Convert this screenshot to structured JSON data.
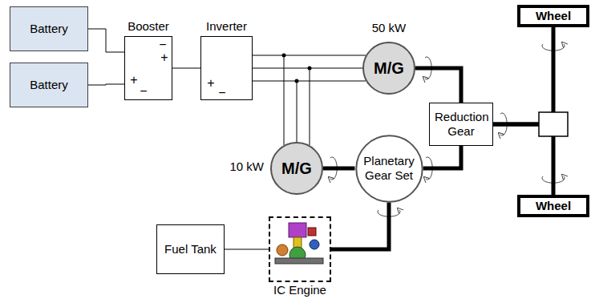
{
  "diagram": {
    "nodes": [
      {
        "text": [
          "Battery"
        ]
      },
      {
        "text": [
          "Battery"
        ]
      },
      {
        "text": [
          "Booster"
        ]
      },
      {
        "text": [
          "Inverter"
        ]
      },
      {
        "text": [
          "M/G",
          "50 kW"
        ]
      },
      {
        "text": [
          "Wheel"
        ]
      },
      {
        "text": [
          "Reduction Gear"
        ]
      },
      {
        "text": [
          "M/G",
          "10 kW"
        ]
      },
      {
        "text": [
          "Planetary Gear Set"
        ]
      },
      {
        "text": [
          "Wheel"
        ]
      },
      {
        "text": [
          "Fuel Tank"
        ]
      },
      {
        "text": [
          "IC Engine"
        ]
      }
    ],
    "edges": [
      {
        "from": 0,
        "to": 2,
        "arrow": "none"
      },
      {
        "from": 1,
        "to": 2,
        "arrow": "none"
      },
      {
        "from": 2,
        "to": 3,
        "arrow": "none"
      },
      {
        "from": 3,
        "to": 4,
        "arrow": "none"
      },
      {
        "from": 3,
        "to": 7,
        "arrow": "none"
      },
      {
        "from": 4,
        "to": 6,
        "arrow": "none"
      },
      {
        "from": 6,
        "to": 5,
        "arrow": "none"
      },
      {
        "from": 6,
        "to": 9,
        "arrow": "none"
      },
      {
        "from": 7,
        "to": 8,
        "arrow": "none"
      },
      {
        "from": 8,
        "to": 6,
        "arrow": "none"
      },
      {
        "from": 11,
        "to": 8,
        "arrow": "none"
      },
      {
        "from": 10,
        "to": 11,
        "arrow": "none"
      }
    ],
    "labels": [
      "−",
      "+",
      "+",
      "−",
      "+",
      "−"
    ]
  }
}
